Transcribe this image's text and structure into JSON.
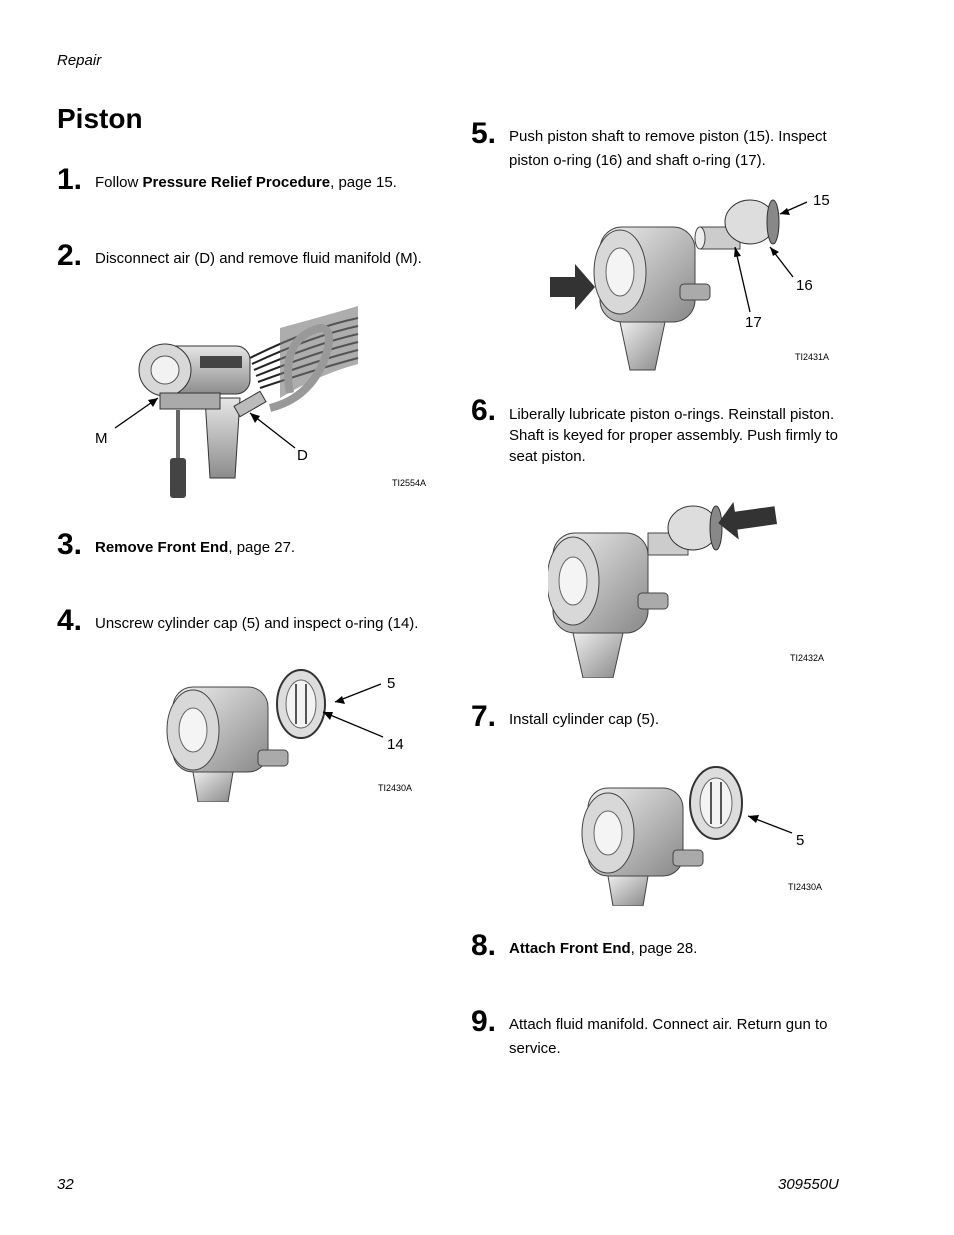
{
  "header": {
    "section": "Repair"
  },
  "title": "Piston",
  "steps": [
    {
      "num": "1.",
      "pre": "Follow ",
      "bold": "Pressure Relief Procedure",
      "post": ", page 15."
    },
    {
      "num": "2.",
      "text": "Disconnect air (D) and remove fluid manifold (M)."
    },
    {
      "num": "3.",
      "pre": "",
      "bold": "Remove Front End",
      "post": ", page 27."
    },
    {
      "num": "4.",
      "text": "Unscrew cylinder cap (5) and inspect o-ring (14)."
    },
    {
      "num": "5.",
      "text": "Push piston shaft to remove piston (15). Inspect piston o-ring (16) and shaft o-ring (17)."
    },
    {
      "num": "6.",
      "text": "Liberally lubricate piston o-rings. Reinstall piston. Shaft is keyed for proper assembly. Push firmly to seat piston."
    },
    {
      "num": "7.",
      "text": "Install cylinder cap (5)."
    },
    {
      "num": "8.",
      "pre": "",
      "bold": "Attach Front End",
      "post": ", page 28."
    },
    {
      "num": "9.",
      "text": "Attach fluid manifold. Connect air. Return gun to service."
    }
  ],
  "figures": {
    "fig1": {
      "id": "TI2554A",
      "labels": {
        "m": "M",
        "d": "D"
      }
    },
    "fig2": {
      "id": "TI2430A",
      "labels": {
        "a": "5",
        "b": "14"
      }
    },
    "fig3": {
      "id": "TI2431A",
      "labels": {
        "a": "15",
        "b": "16",
        "c": "17"
      }
    },
    "fig4": {
      "id": "TI2432A"
    },
    "fig5": {
      "id": "TI2430A",
      "labels": {
        "a": "5"
      }
    }
  },
  "footer": {
    "page": "32",
    "doc": "309550U"
  }
}
